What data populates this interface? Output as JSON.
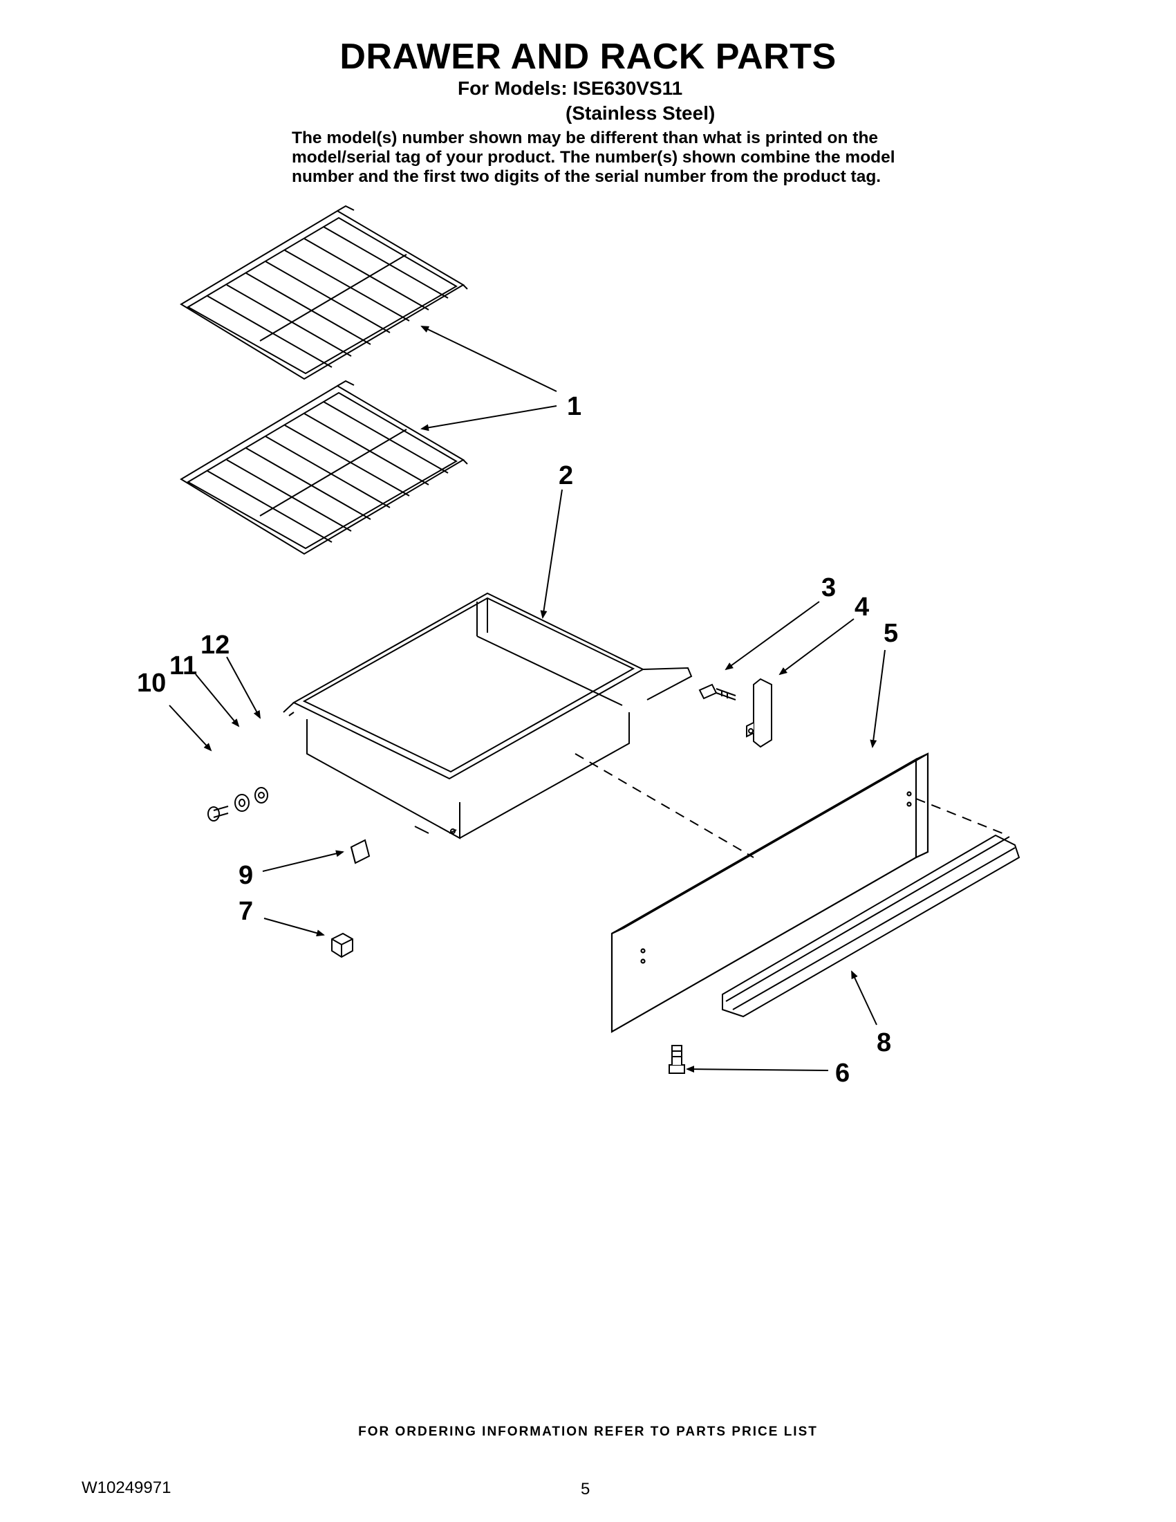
{
  "header": {
    "title": "DRAWER AND RACK PARTS",
    "models_line": "For Models: ISE630VS11",
    "variant": "(Stainless Steel)",
    "note": "The model(s) number shown may be different than what is printed on the model/serial tag of your product. The number(s) shown combine the model number and the first two digits of the serial number from the product tag."
  },
  "callouts": {
    "c1": "1",
    "c2": "2",
    "c3": "3",
    "c4": "4",
    "c5": "5",
    "c6": "6",
    "c7": "7",
    "c8": "8",
    "c9": "9",
    "c10": "10",
    "c11": "11",
    "c12": "12"
  },
  "footer": {
    "ordering": "FOR ORDERING INFORMATION REFER TO PARTS PRICE LIST",
    "doc_number": "W10249971",
    "page_number": "5"
  }
}
